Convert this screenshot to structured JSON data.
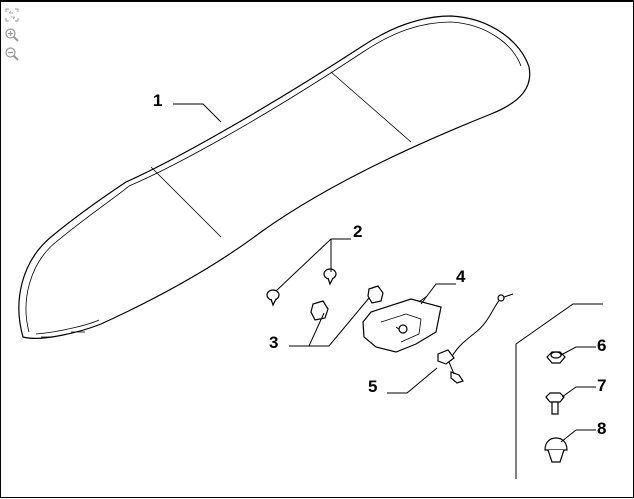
{
  "toolbar": {
    "icons": [
      "fit-screen-icon",
      "zoom-in-icon",
      "zoom-out-icon"
    ]
  },
  "callouts": {
    "c1": "1",
    "c2": "2",
    "c3": "3",
    "c4": "4",
    "c5": "5",
    "c6": "6",
    "c7": "7",
    "c8": "8"
  }
}
